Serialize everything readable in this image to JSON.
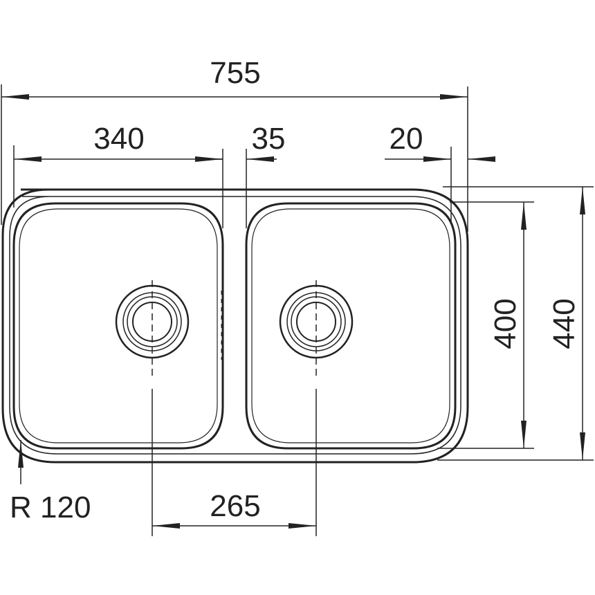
{
  "dimensions": {
    "overall_width": "755",
    "left_bowl_width": "340",
    "divider_width": "35",
    "rim_offset": "20",
    "bowl_depth": "400",
    "overall_depth": "440",
    "drain_spacing": "265",
    "corner_radius": "R 120"
  },
  "colors": {
    "line": "#222222",
    "background": "#ffffff"
  }
}
